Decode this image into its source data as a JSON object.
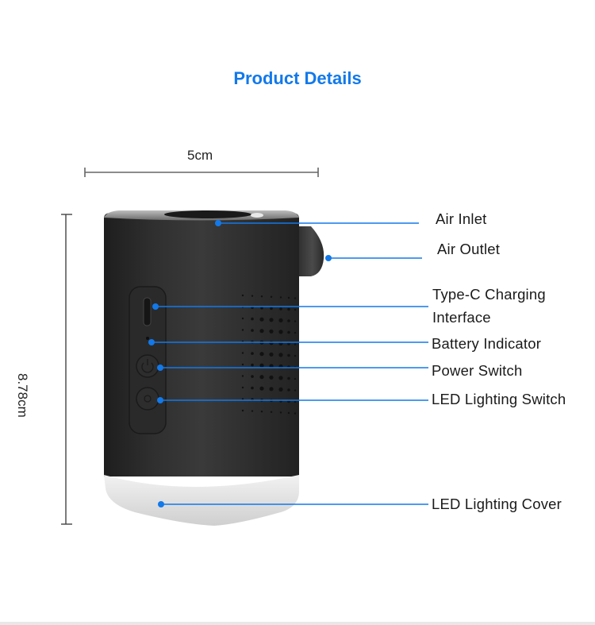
{
  "page": {
    "title": "Product Details",
    "accent_color": "#1279ea"
  },
  "dimensions": {
    "width_label": "5cm",
    "height_label": "8.78cm"
  },
  "callouts": [
    {
      "id": "air-inlet",
      "label": "Air Inlet"
    },
    {
      "id": "air-outlet",
      "label": "Air Outlet"
    },
    {
      "id": "type-c",
      "label_line1": "Type-C Charging",
      "label_line2": "Interface"
    },
    {
      "id": "battery-indicator",
      "label": "Battery Indicator"
    },
    {
      "id": "power-switch",
      "label": "Power Switch"
    },
    {
      "id": "led-switch",
      "label": "LED Lighting Switch"
    },
    {
      "id": "led-cover",
      "label": "LED Lighting Cover"
    }
  ]
}
